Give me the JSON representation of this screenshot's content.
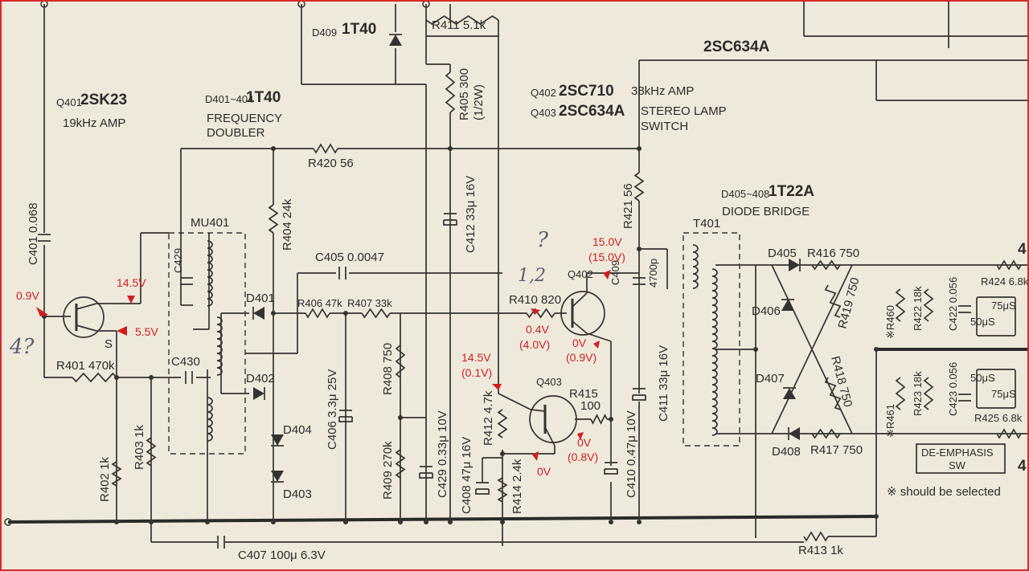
{
  "q401": {
    "ref": "Q401",
    "part": "2SK23",
    "func": "19kHz AMP",
    "pin_s": "S"
  },
  "d401_404": {
    "ref": "D401~404",
    "part": "1T40",
    "func1": "FREQUENCY",
    "func2": "DOUBLER"
  },
  "d409": {
    "ref": "D409",
    "part": "1T40"
  },
  "top_part": "2SC634A",
  "q402": {
    "ref": "Q402",
    "part": "2SC710",
    "func": "38kHz AMP"
  },
  "q403": {
    "ref": "Q403",
    "part": "2SC634A",
    "func1": "STEREO LAMP",
    "func2": "SWITCH"
  },
  "d405_408": {
    "ref": "D405~408",
    "part": "1T22A",
    "func": "DIODE BRIDGE"
  },
  "mu401": "MU401",
  "t401": "T401",
  "q403_ref": "Q403",
  "q402_ref": "Q402",
  "resistors": {
    "r411": "R411 5.1k",
    "r405": "R405 300",
    "r405b": "(1/2W)",
    "r420": "R420 56",
    "r404": "R404 24k",
    "r406": "R406 47k",
    "r407": "R407 33k",
    "r408": "R408 750",
    "r409": "R409 270k",
    "r410": "R410 820",
    "r401": "R401 470k",
    "r402": "R402 1k",
    "r403": "R403 1k",
    "r412": "R412 4.7k",
    "r414": "R414 2.4k",
    "r415": "R415",
    "r415v": "100",
    "r421": "R421 56",
    "r416": "R416 750",
    "r419": "R419 750",
    "r418": "R418 750",
    "r417": "R417 750",
    "r413": "R413 1k",
    "r422": "R422 18k",
    "r423": "R423 18k",
    "r424": "R424 6.8k",
    "r425": "R425 6.8k",
    "r460": "※R460",
    "r461": "※R461"
  },
  "capacitors": {
    "c401": "C401 0.068",
    "c429": "C429",
    "c430": "C430",
    "c405": "C405 0.0047",
    "c412": "C412 33μ 16V",
    "c406": "C406 3.3μ 25V",
    "c429b": "C429 0.33μ 10V",
    "c408": "C408 47μ 16V",
    "c409": "C409",
    "c409v": "4700p",
    "c411": "C411 33μ 16V",
    "c410": "C410 0.47μ 10V",
    "c407": "C407 100μ 6.3V",
    "c422": "C422 0.056",
    "c423": "C423 0.056"
  },
  "diodes": {
    "d401": "D401",
    "d402": "D402",
    "d404": "D404",
    "d403": "D403",
    "d405": "D405",
    "d406": "D406",
    "d407": "D407",
    "d408": "D408"
  },
  "voltages": {
    "v_09": "0.9V",
    "v_145": "14.5V",
    "v_55": "5.5V",
    "v_150": "15.0V",
    "v_150b": "(15.0V)",
    "v_04": "0.4V",
    "v_40": "(4.0V)",
    "v_0": "0V",
    "v_09b": "(0.9V)",
    "v_145b": "14.5V",
    "v_01": "(0.1V)",
    "v_0c": "0V",
    "v_0d": "0V",
    "v_08": "(0.8V)"
  },
  "switch": {
    "t75a": "75μS",
    "t50a": "50μS",
    "t50b": "50μS",
    "t75b": "75μS",
    "label1": "DE-EMPHASIS",
    "label2": "SW"
  },
  "note": "※ should be selected",
  "edge_right": {
    "a": "4",
    "b": "4"
  },
  "handwritten": {
    "a": "4?",
    "b": "?",
    "c": "1,2"
  },
  "colors": {
    "paper": "#efe9dc",
    "ink": "#2b2b2b",
    "voltage": "#d01e1e",
    "border": "#d92a2a"
  }
}
